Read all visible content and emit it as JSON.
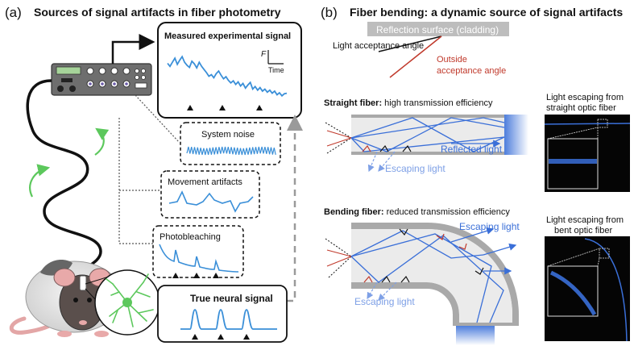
{
  "panel_a": {
    "letter": "(a)",
    "title": "Sources of signal artifacts in fiber photometry",
    "measured": {
      "title": "Measured experimental signal",
      "axis_y": "F",
      "axis_x": "Time",
      "trace": [
        32,
        38,
        30,
        22,
        34,
        26,
        19,
        30,
        36,
        40,
        28,
        33,
        41,
        30,
        38,
        44,
        50,
        57,
        54,
        60,
        52,
        47,
        55,
        62,
        58,
        65,
        70,
        66,
        73,
        68,
        76,
        71,
        80,
        74,
        69,
        82,
        77,
        84,
        79,
        86,
        82,
        88,
        84,
        90,
        86,
        93,
        89,
        95,
        91,
        90
      ]
    },
    "noise": {
      "title": "System noise"
    },
    "movement": {
      "title": "Movement artifacts"
    },
    "photobleach": {
      "title": "Photobleaching"
    },
    "neural": {
      "title": "True neural signal"
    }
  },
  "panel_b": {
    "letter": "(b)",
    "title": "Fiber bending: a dynamic source of signal artifacts",
    "reflection": {
      "surface_label": "Reflection surface (cladding)",
      "acceptance_label": "Light acceptance angle",
      "outside_label_1": "Outside",
      "outside_label_2": "acceptance angle"
    },
    "straight": {
      "heading_bold": "Straight fiber:",
      "heading_rest": " high transmission efficiency",
      "reflected_label": "Reflected light",
      "escaping_label": "Escaping light",
      "photo_label_1": "Light escaping from",
      "photo_label_2": "straight optic fiber"
    },
    "bending": {
      "heading_bold": "Bending fiber:",
      "heading_rest": " reduced transmission efficiency",
      "escaping_label_1": "Escaping light",
      "escaping_label_2": "Escaping light",
      "photo_label_1": "Light escaping from",
      "photo_label_2": "bent optic fiber"
    }
  },
  "colors": {
    "accent_blue": "#3a6fd8",
    "light_blue": "#7ea0e6",
    "outside_red": "#c0392b",
    "fiber_gray": "#a9a9a9",
    "fiber_fill": "#e9e9e9",
    "green": "#5cc85c"
  }
}
